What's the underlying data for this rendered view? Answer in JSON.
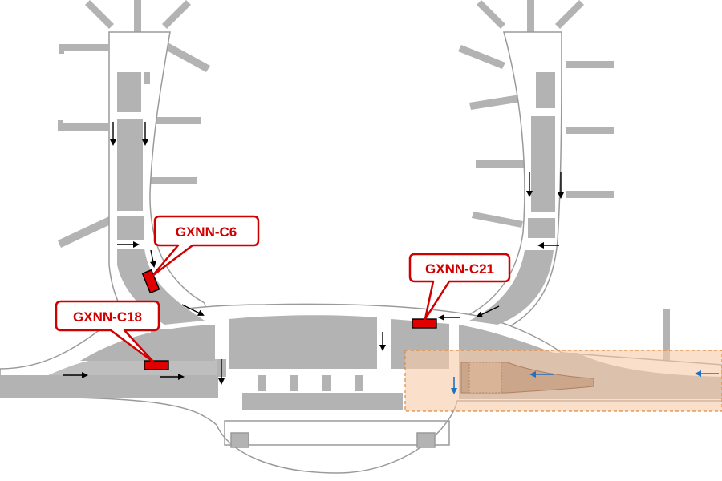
{
  "colors": {
    "floor": "#b3b3b3",
    "corridor": "#ffffff",
    "outline": "#9a9a9a",
    "callout": "#d00000",
    "camera": "#e00000",
    "arrow_black": "#000000",
    "arrow_blue": "#1f6fc4",
    "highlight_fill": "#f7c9a6",
    "highlight_border": "#e08a3c"
  },
  "cameras": [
    {
      "label": "GXNN-C6"
    },
    {
      "label": "GXNN-C18"
    },
    {
      "label": "GXNN-C21"
    }
  ]
}
